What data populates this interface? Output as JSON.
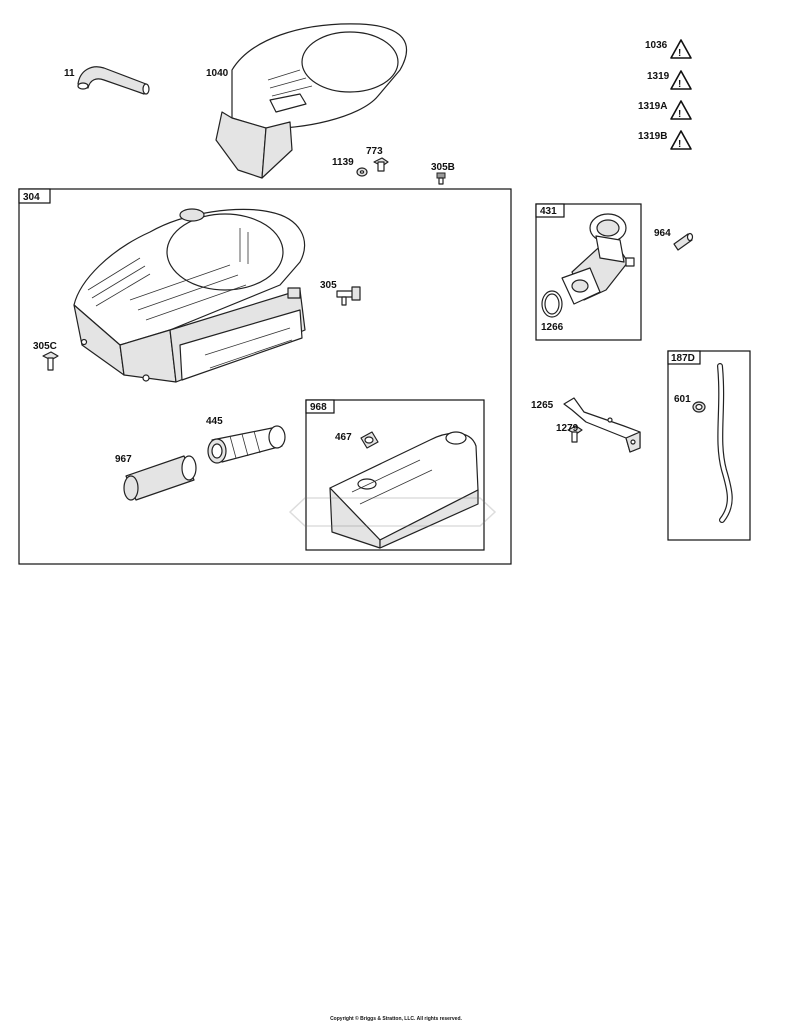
{
  "warning_labels": [
    "1036",
    "1319",
    "1319A",
    "1319B"
  ],
  "warning_symbol": "!",
  "part_labels": {
    "p11": "11",
    "p1040": "1040",
    "p773": "773",
    "p1139": "1139",
    "p305B": "305B",
    "p305": "305",
    "p305C": "305C",
    "p445": "445",
    "p967": "967",
    "p467": "467",
    "p964": "964",
    "p1266": "1266",
    "p1265": "1265",
    "p1279": "1279",
    "p601": "601"
  },
  "group_boxes": {
    "b304": "304",
    "b968": "968",
    "b431": "431",
    "b187D": "187D"
  },
  "copyright": "Copyright © Briggs & Stratton, LLC. All rights reserved."
}
